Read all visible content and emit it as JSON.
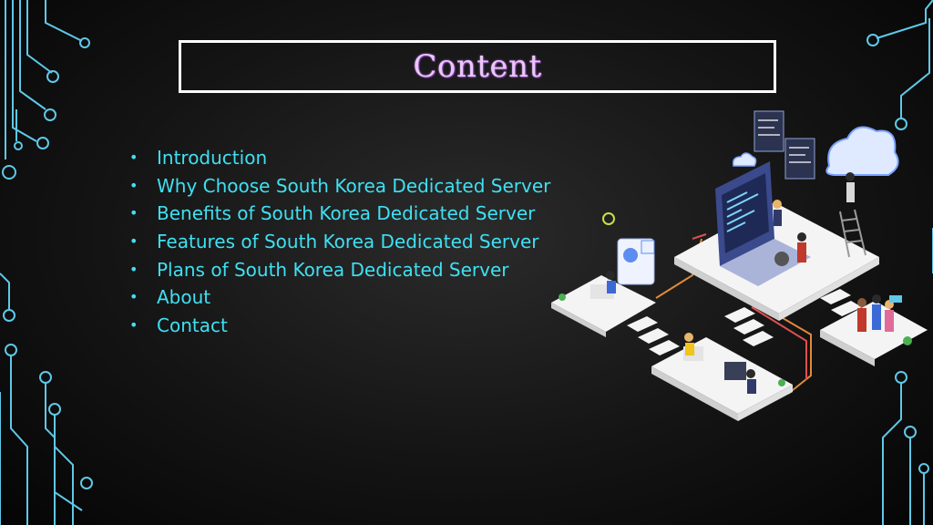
{
  "slide": {
    "title": "Content",
    "items": [
      "Introduction",
      "Why Choose South Korea Dedicated Server",
      "Benefits of South Korea Dedicated Server",
      "Features of South Korea Dedicated Server",
      "Plans of South Korea Dedicated Server",
      "About",
      "Contact"
    ]
  },
  "colors": {
    "background": "#0b0b0b",
    "title_text": "#e9c7f7",
    "list_text": "#3fe0f2",
    "circuit_line": "#5fc8e8"
  },
  "icons": [
    "circuit-decoration-left",
    "circuit-decoration-right",
    "server-network-illustration"
  ]
}
